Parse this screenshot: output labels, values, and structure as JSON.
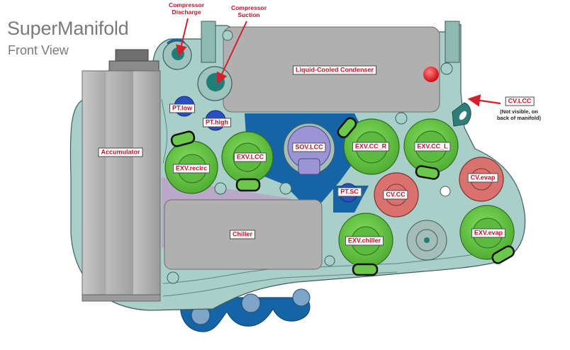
{
  "header": {
    "title": "SuperManifold",
    "subtitle": "Front View"
  },
  "callouts": {
    "compressor_discharge": "Compressor\nDischarge",
    "compressor_discharge_l1": "Compressor",
    "compressor_discharge_l2": "Discharge",
    "compressor_suction_l1": "Compressor",
    "compressor_suction_l2": "Suction",
    "cv_lcc": "CV.LCC",
    "cv_lcc_note_l1": "(Not visible, on",
    "cv_lcc_note_l2": "back of manifold)"
  },
  "components": {
    "accumulator": "Accumulator",
    "liquid_cooled_condenser": "Liquid-Cooled Condenser",
    "chiller": "Chiller",
    "pt_low": "PT.low",
    "pt_high": "PT.high",
    "pt_sc": "PT.SC",
    "exv_recirc": "EXV.recirc",
    "exv_lcc": "EXV.LCC",
    "sov_lcc": "SOV.LCC",
    "exv_cc_r": "EXV.CC_R",
    "exv_cc_l": "EXV.CC_L",
    "cv_cc": "CV.CC",
    "cv_evap": "CV.evap",
    "exv_chiller": "EXV.chiller",
    "exv_evap": "EXV.evap"
  },
  "colors": {
    "manifold_body": "#a9cfc8",
    "manifold_edge": "#3e5f5a",
    "deep_blue": "#1565a6",
    "lavender": "#b9a9c9",
    "gray_block": "#b0b0b0",
    "exv_green": "#6cc84a",
    "cv_red": "#d9726e",
    "sov_purple": "#9c94d4",
    "pt_blue": "#2b4fc0",
    "label_red": "#c0142a",
    "arrow_red": "#d4202a"
  }
}
